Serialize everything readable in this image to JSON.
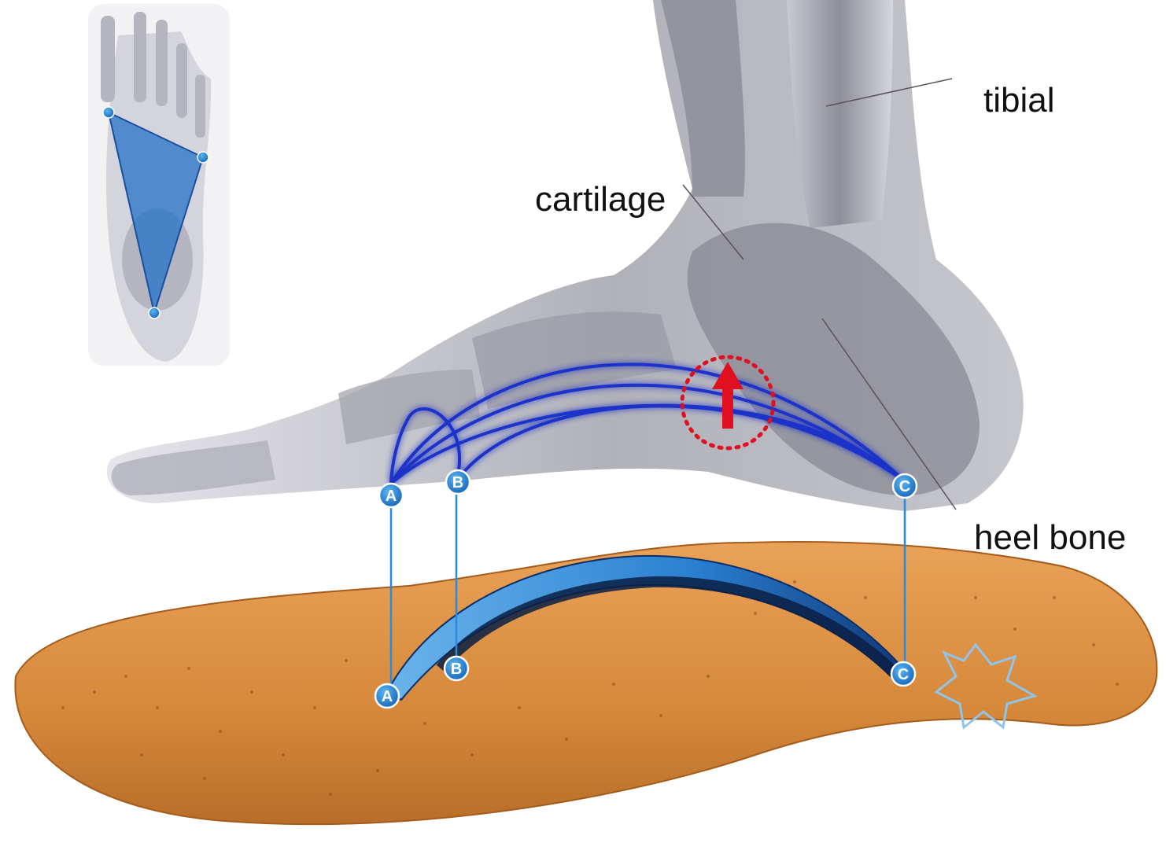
{
  "labels": {
    "tibial": "tibial",
    "cartilage": "cartilage",
    "heel_bone": "heel bone"
  },
  "points": {
    "a": "A",
    "b": "B",
    "c": "C"
  },
  "icons": [
    "foot-skeleton-inset-icon",
    "foot-skeleton-icon",
    "lift-arrow-icon",
    "leather-mark-icon",
    "insole-icon",
    "arch-support-icon"
  ],
  "colors": {
    "arch_blue": "#1a33c8",
    "node_blue": "#1f86d6",
    "insole_orange": "#d98a3c",
    "arrow_red": "#e01020",
    "bone_gray": "#9a9aa4"
  }
}
